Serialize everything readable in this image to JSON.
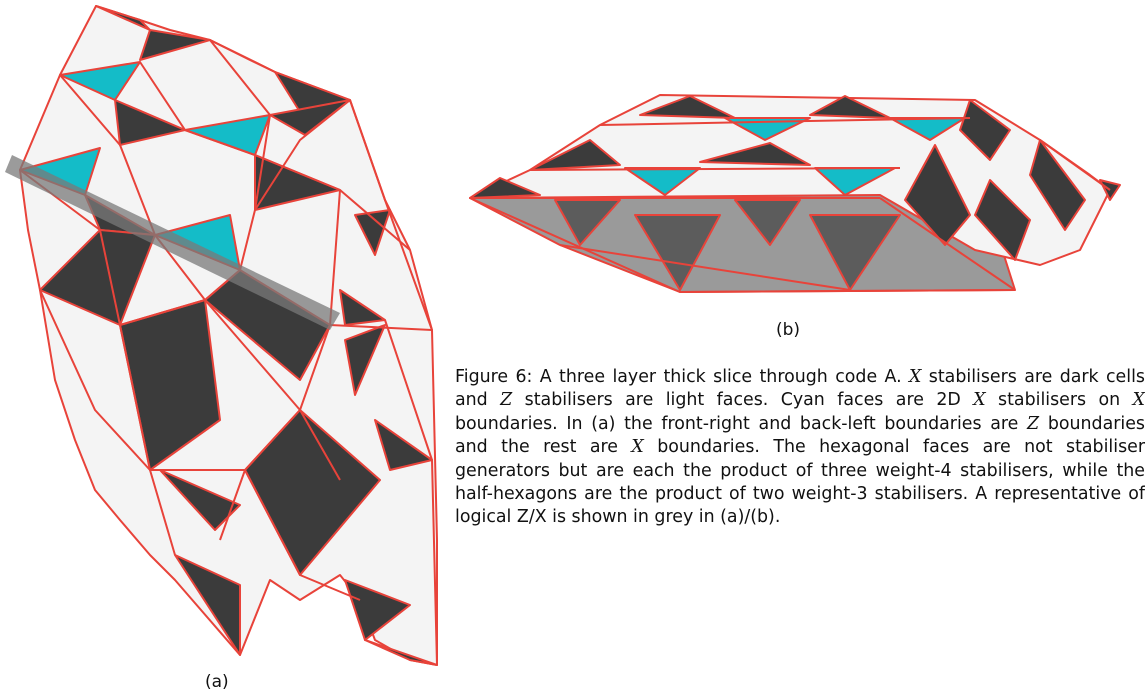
{
  "figure": {
    "label_a": "(a)",
    "label_b": "(b)",
    "caption": {
      "prefix": "Figure 6:",
      "parts": [
        " A three layer thick slice through code A. ",
        "X",
        " stabilisers are dark cells and ",
        "Z",
        " stabilisers are light faces. Cyan faces are 2D ",
        "X",
        " stabilisers on ",
        "X",
        " boundaries. In (a) the front-right and back-left boundaries are ",
        "Z",
        " boundaries and the rest are ",
        "X",
        " boundaries. The hexagonal faces are not stabiliser generators but are each the product of three weight-4 stabilisers, while the half-hexagons are the product of two weight-3 stabilisers. A representative of logical Z/X is shown in grey in (a)/(b)."
      ]
    },
    "colors": {
      "dark_cell": "#3b3b3b",
      "light_face": "#f4f4f4",
      "cyan_face": "#14bcc8",
      "edge": "#e8433a",
      "logical_grey": "#7a7a7a"
    }
  }
}
